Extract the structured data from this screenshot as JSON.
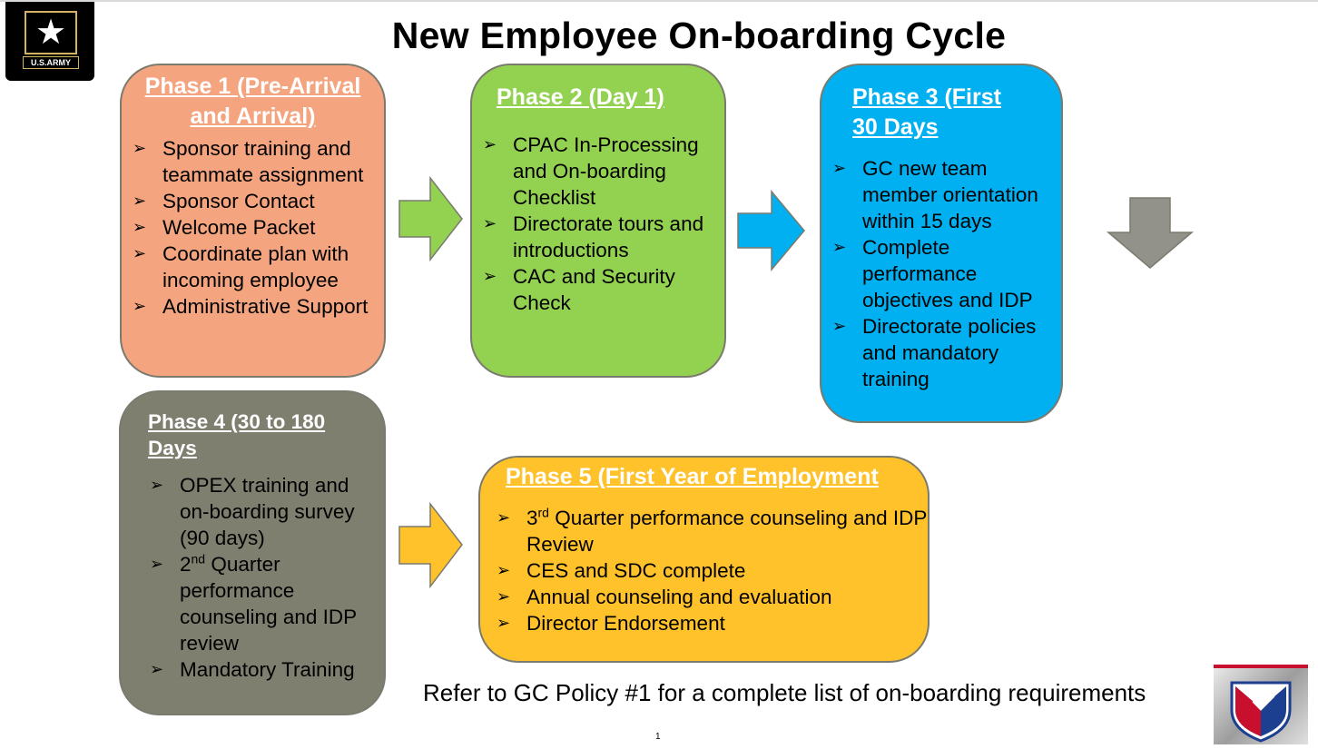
{
  "title": "New Employee On-boarding Cycle",
  "logo": {
    "star": "★",
    "text": "U.S.ARMY"
  },
  "phases": {
    "p1": {
      "heading": "Phase 1 (Pre-Arrival and Arrival)",
      "items": [
        "Sponsor training and teammate assignment",
        "Sponsor Contact",
        "Welcome Packet",
        "Coordinate plan with incoming employee",
        "Administrative Support"
      ]
    },
    "p2": {
      "heading": "Phase 2 (Day 1)",
      "items": [
        "CPAC In-Processing and On-boarding Checklist",
        "Directorate tours and introductions",
        "CAC and Security Check"
      ]
    },
    "p3": {
      "heading": "Phase 3 (First 30 Days",
      "items": [
        "GC new team member orientation within 15 days",
        "Complete performance objectives and IDP",
        "Directorate policies and mandatory training"
      ]
    },
    "p4": {
      "heading": "Phase 4 (30 to 180 Days",
      "items": [
        "OPEX training and on-boarding survey (90 days)",
        {
          "pre": "2",
          "sup": "nd",
          "post": " Quarter performance counseling and IDP review"
        },
        "Mandatory Training"
      ]
    },
    "p5": {
      "heading": "Phase 5 (First Year of Employment",
      "items": [
        {
          "pre": "3",
          "sup": "rd",
          "post": " Quarter performance counseling and IDP Review"
        },
        "CES and SDC complete",
        "Annual counseling and evaluation",
        "Director Endorsement"
      ]
    }
  },
  "bullet": "➢",
  "colors": {
    "phase1": "#f4a57f",
    "phase2": "#93d151",
    "phase3": "#00b0f0",
    "phase4": "#7f7f70",
    "phase5": "#ffc22b",
    "arrow_green": "#93d151",
    "arrow_blue": "#00b0f0",
    "arrow_gray": "#92928a",
    "arrow_yellow": "#ffc22b"
  },
  "footer": "Refer to GC Policy #1 for a complete list of on-boarding requirements",
  "page_number": "1"
}
